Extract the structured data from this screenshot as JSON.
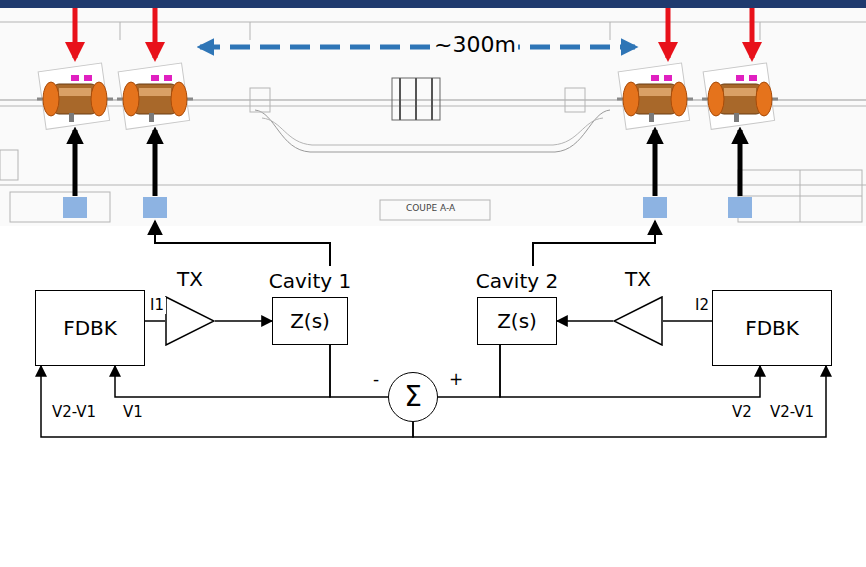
{
  "diagram": {
    "nodes": [
      {
        "text": [
          "FDBK"
        ]
      },
      {
        "text": [
          "TX"
        ]
      },
      {
        "text": [
          "Cavity 1",
          "Z(s)"
        ]
      },
      {
        "text": [
          "Σ"
        ]
      },
      {
        "text": [
          "Cavity 2",
          "Z(s)"
        ]
      },
      {
        "text": [
          "TX"
        ]
      },
      {
        "text": [
          "FDBK"
        ]
      }
    ],
    "edges": [
      {
        "from": 0,
        "to": 1,
        "label": "I1",
        "arrow": "none"
      },
      {
        "from": 1,
        "to": 2,
        "arrow": "to"
      },
      {
        "from": 6,
        "to": 5,
        "label": "I2",
        "arrow": "none"
      },
      {
        "from": 5,
        "to": 4,
        "arrow": "to"
      },
      {
        "from": 2,
        "to": 3,
        "label": "-",
        "arrow": "none"
      },
      {
        "from": 4,
        "to": 3,
        "label": "+",
        "arrow": "none"
      },
      {
        "from": 2,
        "to": 0,
        "label": "V1",
        "arrow": "to"
      },
      {
        "from": 4,
        "to": 6,
        "label": "V2",
        "arrow": "to"
      },
      {
        "from": 3,
        "to": 0,
        "label": "V2-V1",
        "arrow": "to"
      },
      {
        "from": 3,
        "to": 6,
        "label": "V2-V1",
        "arrow": "to"
      }
    ],
    "labels": [
      "~300m",
      "COUPE A-A"
    ]
  }
}
